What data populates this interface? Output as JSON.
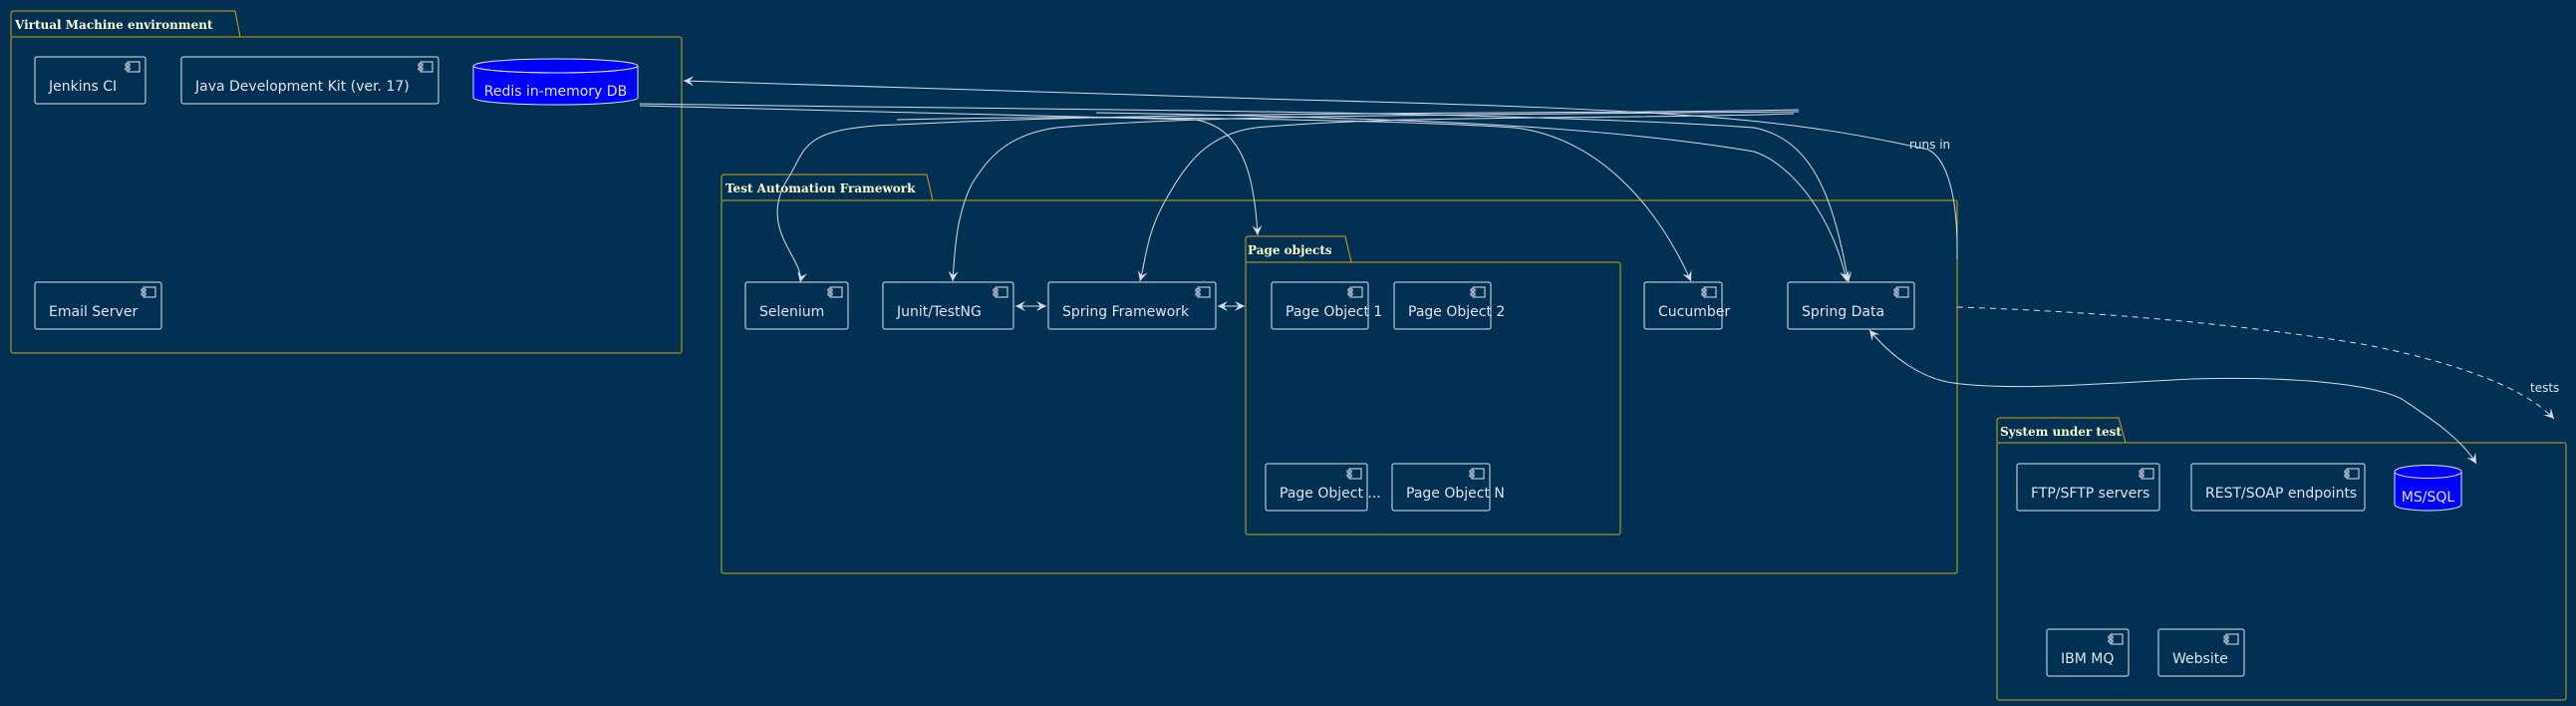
{
  "diagram": {
    "type": "component",
    "colors": {
      "background": "#003153",
      "package_border": "#D4A317",
      "component_border": "#E2E2F0",
      "text": "#E2E2F0",
      "database_fill": "#0000FF",
      "edge": "#D8DCE8"
    },
    "packages": [
      {
        "id": "vm",
        "label": "Virtual Machine environment",
        "components": [
          {
            "id": "jenkins",
            "label": "Jenkins CI",
            "kind": "component"
          },
          {
            "id": "jdk",
            "label": "Java Development Kit (ver. 17)",
            "kind": "component"
          },
          {
            "id": "redis",
            "label": "Redis in-memory DB",
            "kind": "database"
          },
          {
            "id": "email",
            "label": "Email Server",
            "kind": "component"
          }
        ]
      },
      {
        "id": "taf",
        "label": "Test Automation Framework",
        "components": [
          {
            "id": "selenium",
            "label": "Selenium",
            "kind": "component"
          },
          {
            "id": "junit",
            "label": "Junit/TestNG",
            "kind": "component"
          },
          {
            "id": "spring",
            "label": "Spring Framework",
            "kind": "component"
          },
          {
            "id": "cucumber",
            "label": "Cucumber",
            "kind": "component"
          },
          {
            "id": "springdata",
            "label": "Spring Data",
            "kind": "component"
          }
        ]
      },
      {
        "id": "po",
        "label": "Page objects",
        "parent": "taf",
        "components": [
          {
            "id": "po1",
            "label": "Page Object 1",
            "kind": "component"
          },
          {
            "id": "po2",
            "label": "Page Object 2",
            "kind": "component"
          },
          {
            "id": "podots",
            "label": "Page Object ...",
            "kind": "component"
          },
          {
            "id": "pon",
            "label": "Page Object N",
            "kind": "component"
          }
        ]
      },
      {
        "id": "sut",
        "label": "System under test",
        "components": [
          {
            "id": "ftp",
            "label": "FTP/SFTP servers",
            "kind": "component"
          },
          {
            "id": "rest",
            "label": "REST/SOAP endpoints",
            "kind": "component"
          },
          {
            "id": "mssql",
            "label": "MS/SQL",
            "kind": "database"
          },
          {
            "id": "ibmmq",
            "label": "IBM MQ",
            "kind": "component"
          },
          {
            "id": "website",
            "label": "Website",
            "kind": "component"
          }
        ]
      }
    ],
    "edges": [
      {
        "from": "taf",
        "to": "vm",
        "label": "runs in",
        "style": "solid"
      },
      {
        "from": "springdata",
        "to": "redis",
        "label": "",
        "style": "solid"
      },
      {
        "from": "springdata",
        "to": "selenium",
        "label": "",
        "style": "solid"
      },
      {
        "from": "springdata",
        "to": "junit",
        "label": "",
        "style": "solid"
      },
      {
        "from": "springdata",
        "to": "spring",
        "label": "",
        "style": "solid"
      },
      {
        "from": "redis",
        "to": "po",
        "label": "",
        "style": "solid"
      },
      {
        "from": "redis",
        "to": "cucumber",
        "label": "",
        "style": "solid"
      },
      {
        "from": "redis",
        "to": "springdata",
        "label": "",
        "style": "solid"
      },
      {
        "from": "junit",
        "to": "spring",
        "label": "",
        "style": "solid",
        "bidirectional": true
      },
      {
        "from": "spring",
        "to": "po",
        "label": "",
        "style": "solid",
        "bidirectional": true
      },
      {
        "from": "mssql",
        "to": "springdata",
        "label": "",
        "style": "solid",
        "bidirectional": true
      },
      {
        "from": "taf",
        "to": "sut",
        "label": "tests",
        "style": "dashed"
      }
    ]
  }
}
